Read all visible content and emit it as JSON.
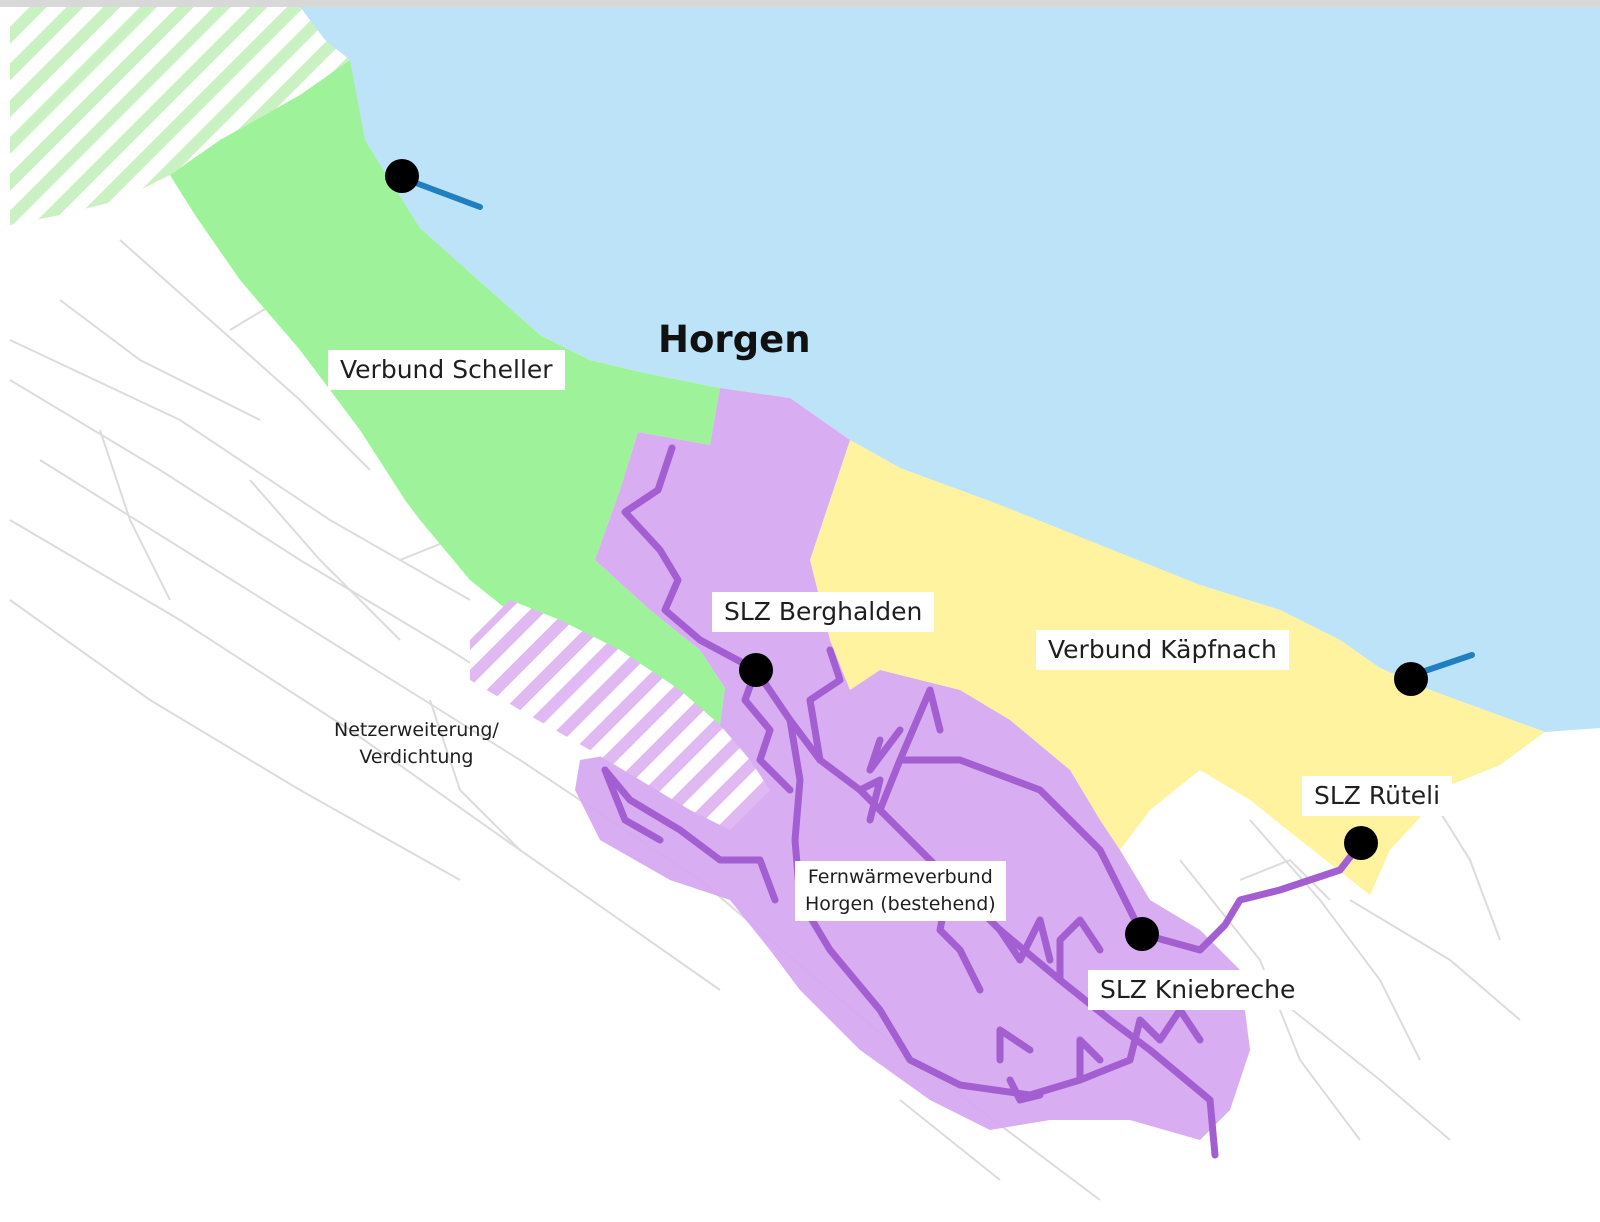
{
  "map": {
    "town_name": "Horgen",
    "colors": {
      "lake": "#bde3f8",
      "land": "#ffffff",
      "streets": "#dcdcdc",
      "zone_scheller": "#9ef39a",
      "zone_kaepfnach": "#fff3a0",
      "zone_fernwaerme": "#d6a6f0",
      "network_line": "#a35fd1",
      "station_dot": "#000000",
      "lake_outlet": "#1f7fc0"
    },
    "labels": {
      "verbund_scheller": "Verbund Scheller",
      "slz_berghalden": "SLZ Berghalden",
      "verbund_kaepfnach": "Verbund Käpfnach",
      "netzerweiterung_line1": "Netzerweiterung/",
      "netzerweiterung_line2": "Verdichtung",
      "slz_rueteli": "SLZ Rüteli",
      "fernwaerme_line1": "Fernwärmeverbund",
      "fernwaerme_line2": "Horgen (bestehend)",
      "slz_kniebreche": "SLZ Kniebreche"
    }
  }
}
